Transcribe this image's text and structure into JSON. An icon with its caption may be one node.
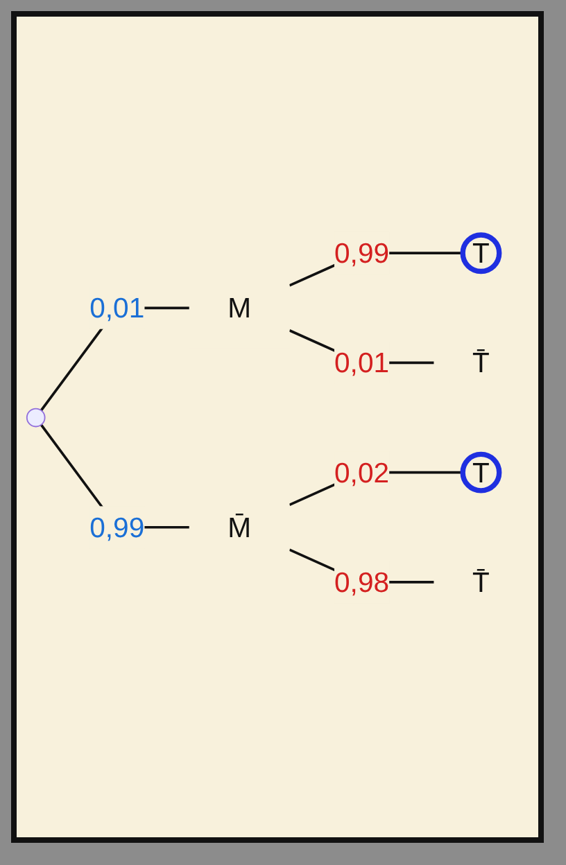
{
  "diagram": {
    "nodes": [
      {
        "text": [],
        "shape": "point"
      },
      {
        "text": [
          "M"
        ]
      },
      {
        "text": [
          "T"
        ]
      },
      {
        "text": [
          "T̄"
        ]
      },
      {
        "text": [
          "M̄"
        ]
      },
      {
        "text": [
          "T"
        ]
      },
      {
        "text": [
          "T̄"
        ]
      }
    ],
    "edges": [
      {
        "from": 0,
        "to": 1,
        "arrow": "none",
        "label": "0,01"
      },
      {
        "from": 1,
        "to": 2,
        "arrow": "none",
        "label": "0,99"
      },
      {
        "from": 1,
        "to": 3,
        "arrow": "none",
        "label": "0,01"
      },
      {
        "from": 0,
        "to": 4,
        "arrow": "none",
        "label": "0,99"
      },
      {
        "from": 4,
        "to": 5,
        "arrow": "none",
        "label": "0,02"
      },
      {
        "from": 4,
        "to": 6,
        "arrow": "none",
        "label": "0,98"
      }
    ]
  }
}
